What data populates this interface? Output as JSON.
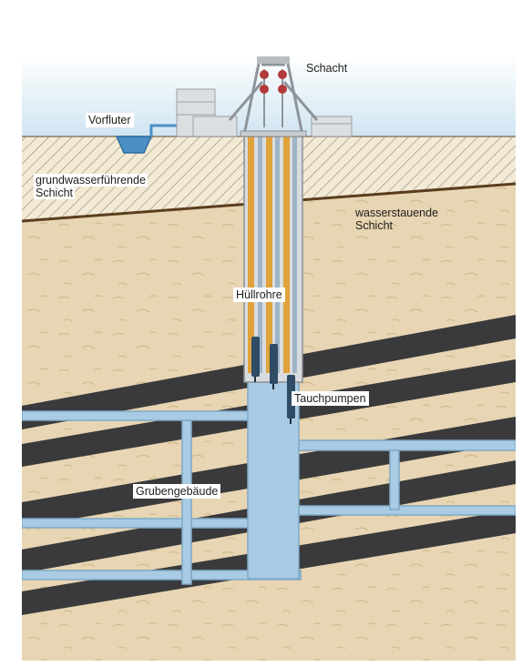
{
  "labels": {
    "schacht": "Schacht",
    "vorfluter": "Vorfluter",
    "aquifer_line1": "grundwasserführende",
    "aquifer_line2": "Schicht",
    "aquitard_line1": "wasserstauende",
    "aquitard_line2": "Schicht",
    "huellrohre": "Hüllrohre",
    "tauchpumpen": "Tauchpumpen",
    "grubengebaeude": "Grubengebäude"
  },
  "colors": {
    "sky_top": "#ffffff",
    "sky_bottom": "#cfe4f1",
    "sand": "#e7d5b3",
    "sand_dark": "#d8c298",
    "seam": "#3a3a3c",
    "water": "#a9cbe3",
    "water_edge": "#7fa9c8",
    "casing": "#e0a23a",
    "aquitard_line": "#5a3e1e"
  }
}
